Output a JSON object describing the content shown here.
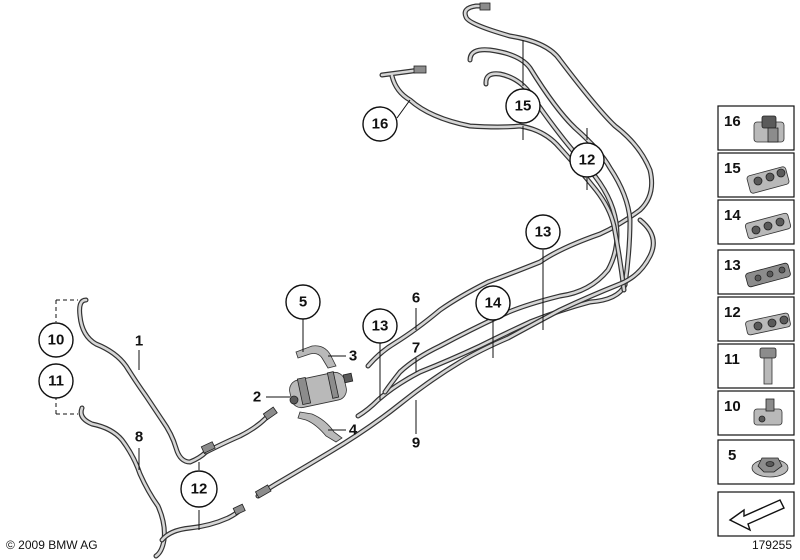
{
  "diagram": {
    "callouts": [
      "5",
      "13",
      "10",
      "11",
      "12",
      "16",
      "15",
      "12",
      "13",
      "14"
    ],
    "labels": [
      "1",
      "2",
      "3",
      "4",
      "6",
      "7",
      "8",
      "9"
    ],
    "legend": [
      "16",
      "15",
      "14",
      "13",
      "12",
      "11",
      "10",
      "5"
    ]
  },
  "footer": {
    "copyright": "© 2009 BMW AG",
    "drawing_number": "179255"
  }
}
